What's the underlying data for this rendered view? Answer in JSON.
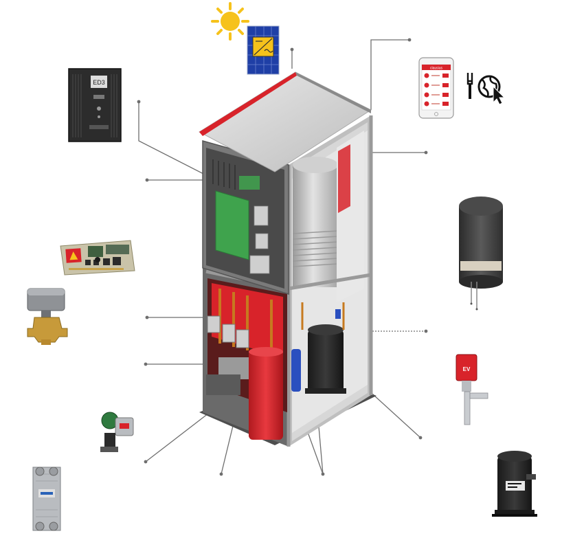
{
  "labels": {
    "controller_badge": "ED3",
    "app_header": "clausius"
  },
  "components": [
    {
      "id": "sun",
      "icon": "sun-icon"
    },
    {
      "id": "solar-panel",
      "icon": "solar-panel-icon"
    },
    {
      "id": "controller-unit",
      "icon": "controller-unit-icon"
    },
    {
      "id": "smartphone-app",
      "icon": "smartphone-icon"
    },
    {
      "id": "service-tools",
      "icon": "wrench-icon"
    },
    {
      "id": "remote-access",
      "icon": "globe-cursor-icon"
    },
    {
      "id": "circuit-board",
      "icon": "circuit-board-icon"
    },
    {
      "id": "three-way-valve",
      "icon": "valve-icon"
    },
    {
      "id": "dhw-tank",
      "icon": "tank-icon"
    },
    {
      "id": "expansion-valve",
      "icon": "expansion-valve-icon"
    },
    {
      "id": "circulation-pump",
      "icon": "pump-icon"
    },
    {
      "id": "plate-heat-exchanger",
      "icon": "heat-exchanger-icon"
    },
    {
      "id": "scroll-compressor",
      "icon": "compressor-icon"
    }
  ],
  "colors": {
    "cabinet_frame": "#8c8c8c",
    "cabinet_shadow": "#5a5a5a",
    "accent_red": "#d8232a",
    "control_green": "#3fa34d",
    "tank_grey": "#c8c8c8",
    "leader_line": "#6e6e6e",
    "sun_yellow": "#f6c21b",
    "panel_blue": "#1f3fa6"
  }
}
